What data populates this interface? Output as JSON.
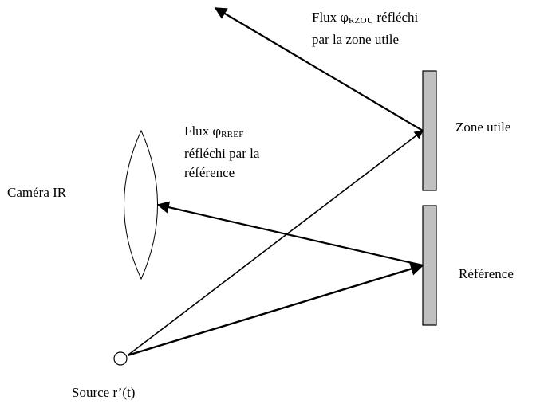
{
  "labels": {
    "flux_rzou": {
      "prefix": "Flux ",
      "symbol": "φ",
      "subscript": "RZOU",
      "suffix": " réfléchi",
      "line2": "par la zone utile"
    },
    "flux_rref": {
      "prefix": "Flux ",
      "symbol": "φ",
      "subscript": "RREF",
      "line2": "réfléchi par la",
      "line3": "référence"
    },
    "camera": "Caméra IR",
    "zone_utile": "Zone utile",
    "reference": "Référence",
    "source": "Source r’(t)"
  },
  "colors": {
    "panel_fill": "#c0c0c0",
    "stroke": "#000000",
    "background": "#ffffff"
  }
}
